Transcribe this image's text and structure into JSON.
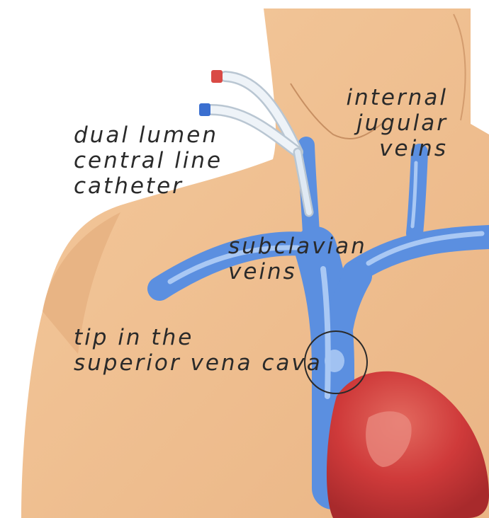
{
  "labels": {
    "catheter": [
      "dual lumen",
      "central line",
      "catheter"
    ],
    "jugular": [
      "internal",
      "jugular",
      "veins"
    ],
    "subclavian": [
      "subclavian",
      "veins"
    ],
    "tip": [
      "tip in the",
      "superior vena cava"
    ]
  },
  "colors": {
    "skin": "#f1c294",
    "skin_shadow": "#dca578",
    "vein": "#5b8fe0",
    "vein_highlight": "#a9c8f4",
    "heart": "#cf3a3a",
    "heart_highlight": "#e98a80",
    "catheter": "#e8eef4",
    "cap_red": "#d94a45",
    "cap_blue": "#3b6fd0",
    "text": "#2a2a2a"
  }
}
